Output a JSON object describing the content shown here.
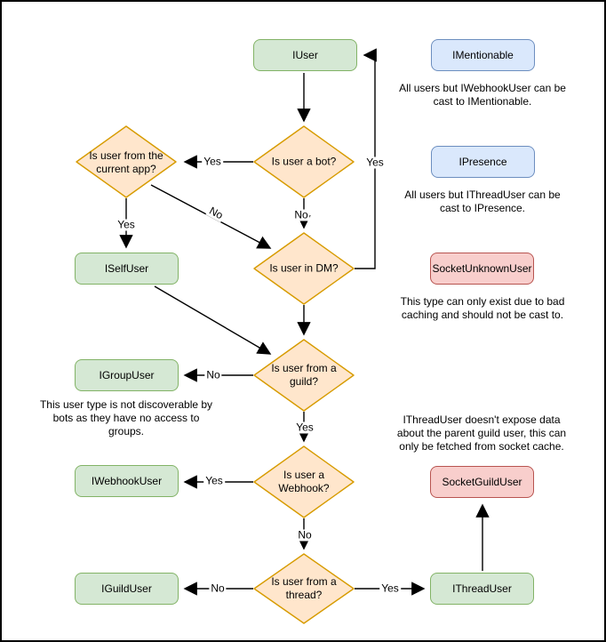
{
  "nodes": {
    "iuser": {
      "label": "IUser",
      "kind": "interface"
    },
    "imentionable": {
      "label": "IMentionable",
      "kind": "castable"
    },
    "ipresence": {
      "label": "IPresence",
      "kind": "castable"
    },
    "iselfuser": {
      "label": "ISelfUser",
      "kind": "interface"
    },
    "socketunknownuser": {
      "label": "SocketUnknownUser",
      "kind": "socket"
    },
    "igroupuser": {
      "label": "IGroupUser",
      "kind": "interface"
    },
    "iwebhookuser": {
      "label": "IWebhookUser",
      "kind": "interface"
    },
    "socketguilduser": {
      "label": "SocketGuildUser",
      "kind": "socket"
    },
    "iguilduser": {
      "label": "IGuildUser",
      "kind": "interface"
    },
    "ithreaduser": {
      "label": "IThreadUser",
      "kind": "interface"
    }
  },
  "decisions": {
    "is_bot": "Is user a bot?",
    "from_current_app": "Is user from the current app?",
    "in_dm": "Is user in DM?",
    "from_guild": "Is user from a guild?",
    "is_webhook": "Is user a Webhook?",
    "from_thread": "Is user from a thread?"
  },
  "edge_labels": {
    "bot_yes": "Yes",
    "bot_no": "No",
    "app_yes": "Yes",
    "app_no": "No",
    "dm_yes": "Yes",
    "guild_no": "No",
    "guild_yes": "Yes",
    "webhook_yes": "Yes",
    "webhook_no": "No",
    "thread_no": "No",
    "thread_yes": "Yes"
  },
  "notes": {
    "mentionable": "All users but IWebhookUser can be cast to IMentionable.",
    "presence": "All users but IThreadUser can be cast to IPresence.",
    "unknown": "This type can only exist due to bad caching and should not be cast to.",
    "group": "This user type is not discoverable by bots as they have no access to groups.",
    "thread": "IThreadUser doesn't expose data about the parent guild user, this can only be fetched from socket cache."
  },
  "palette": {
    "interface_fill": "#d5e8d4",
    "interface_stroke": "#82b366",
    "decision_fill": "#ffe6cc",
    "decision_stroke": "#d79b00",
    "castable_fill": "#dae8fc",
    "castable_stroke": "#6c8ebf",
    "socket_fill": "#f8cecc",
    "socket_stroke": "#b85450",
    "edge_color": "#000000",
    "text_color": "#000000",
    "background": "#ffffff",
    "frame_border": "#000000"
  }
}
